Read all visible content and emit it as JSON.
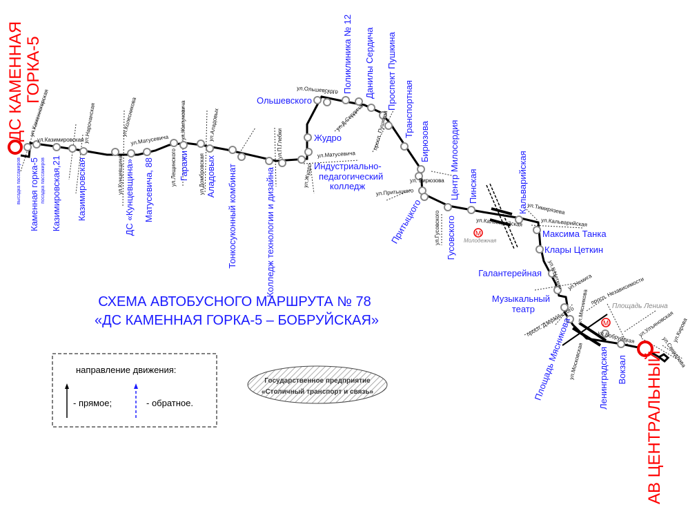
{
  "title": {
    "line1": "СХЕМА АВТОБУСНОГО МАРШРУТА № 78",
    "line2": "«ДС КАМЕННАЯ ГОРКА-5 – БОБРУЙСКАЯ»"
  },
  "terminals": {
    "start_line1": "ДС КАМЕННАЯ",
    "start_line2": "ГОРКА-5",
    "end": "АВ ЦЕНТРАЛЬНЫЙ",
    "start_exit": "высадка пассажиров",
    "start_board": "посадка пассажиров"
  },
  "stops": [
    "Каменная горка-5",
    "Казимировская,21",
    "Казимировская",
    "ДС «Кунцевщина»",
    "Матусевича, 88",
    "Гаражи",
    "Аладовых",
    "Тонкосуконный комбинат",
    "Колледж технологии и дизайна",
    "Жудро",
    "Индустриально-",
    "педагогический",
    "колледж",
    "Ольшевского",
    "Поликлиника № 12",
    "Данилы Сердича",
    "Проспект Пушкина",
    "Транспортная",
    "Бирюзова",
    "Центр Милосердия",
    "Притыцкого",
    "Гусовского",
    "Пинская",
    "Кальварийская",
    "Максима Танка",
    "Клары Цеткин",
    "Галантерейная",
    "Музыкальный",
    "театр",
    "Площадь Мясникова",
    "Ленинградская",
    "Вокзал"
  ],
  "streets": [
    "ул.Каменногорская",
    "ул.Казимировская",
    "ул.Нарочанская",
    "ул.Колесникова",
    "ул.Матусевича",
    "ул.Кунцевщина",
    "ул.Лещинского",
    "ул.Жилуновича",
    "ул.Домбровская",
    "ул.Аладовых",
    "ул.П.Глебки",
    "ул.Ольшевского",
    "ул.Д.Сердича",
    "просп. Пушкина",
    "ул.Матусевича",
    "ул.Жудро",
    "ул. Бирюзова",
    "ул.Притыцкого",
    "ул.Гусовского",
    "ул.Тимирязева",
    "ул.Кальварийская",
    "ул.Кальварийская",
    "ул.К.Цеткин",
    "ул.Немига",
    "ул.Мясникова",
    "просп. Дзержинского",
    "просп. Независимости",
    "ул.Кирова",
    "ул.Улъяновская",
    "ул.Свердлова",
    "ул.Московская",
    "ул.Бобруйская"
  ],
  "metro": {
    "molodezhnaya": "Молодежная",
    "square": "Площадь Ленина",
    "symbol": "М"
  },
  "legend": {
    "heading": "направление движения:",
    "forward": "- прямое;",
    "backward": "- обратное."
  },
  "operator": {
    "line1": "Государственное предприятие",
    "line2": "«Столичный транспорт и связь»"
  },
  "colors": {
    "route": "#000000",
    "stop_text": "#1a1aff",
    "terminal": "#ff0000"
  }
}
